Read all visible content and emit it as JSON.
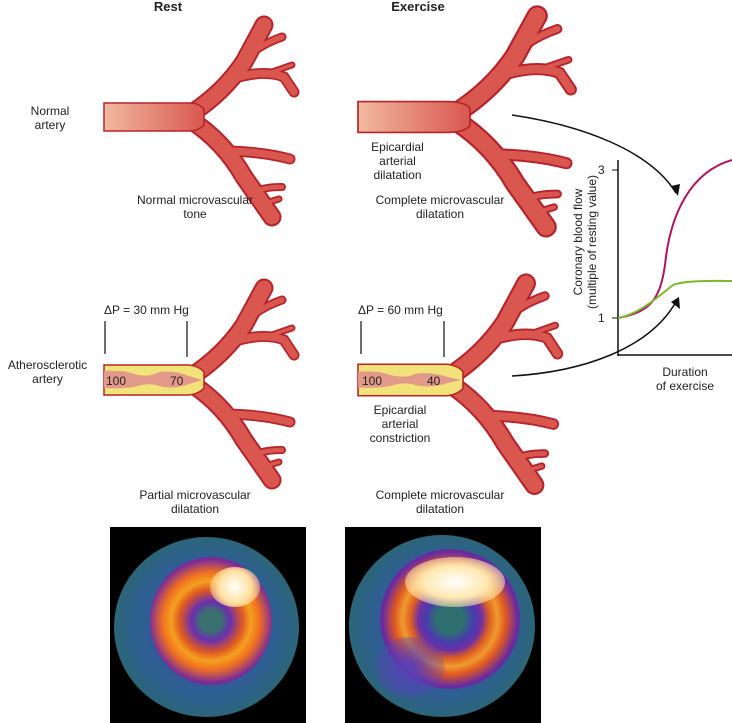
{
  "headers": {
    "rest": "Rest",
    "exercise": "Exercise"
  },
  "rows": {
    "normal": "Normal\nartery",
    "athero": "Atherosclerotic\nartery"
  },
  "captions": {
    "normal_rest": "Normal microvascular\ntone",
    "normal_ex": "Complete microvascular\ndilatation",
    "athero_rest": "Partial microvascular\ndilatation",
    "athero_ex": "Complete microvascular\ndilatation",
    "epi_dil": "Epicardial\narterial\ndilatation",
    "epi_con": "Epicardial\narterial\nconstriction"
  },
  "pressure": {
    "rest_dp": "ΔP = 30 mm Hg",
    "rest_in": "100",
    "rest_out": "70",
    "ex_dp": "ΔP = 60 mm Hg",
    "ex_in": "100",
    "ex_out": "40"
  },
  "graph": {
    "ylabel": "Coronary blood flow\n(multiple of resting value)",
    "xlabel": "Duration\nof exercise",
    "ticks": [
      "3",
      "1"
    ],
    "colors": {
      "normal": "#b0145e",
      "athero": "#7cb82f"
    }
  },
  "colors": {
    "vessel_outline": "#b5242b",
    "vessel_fill": "#d9574f",
    "plaque": "#f2e27a"
  }
}
